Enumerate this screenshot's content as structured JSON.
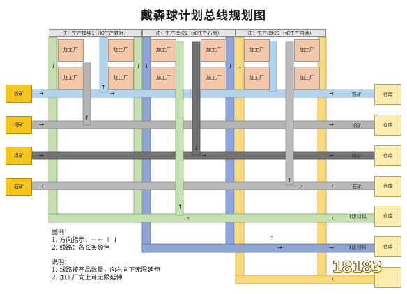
{
  "title": "戴森球计划总线规划图",
  "modules": [
    {
      "label": "注：生产模块1（如生产铁环）"
    },
    {
      "label": "注：生产模块2（如生产石墨）"
    },
    {
      "label": "注：生产模块3（如生产电池）"
    }
  ],
  "factory_label": "加工厂",
  "sources": [
    {
      "label": "铁矿"
    },
    {
      "label": "铜矿"
    },
    {
      "label": "煤矿"
    },
    {
      "label": "石矿"
    }
  ],
  "destinations": [
    {
      "label": "仓库",
      "line_label": "铁矿"
    },
    {
      "label": "仓库",
      "line_label": "铜矿"
    },
    {
      "label": "仓库",
      "line_label": "煤矿"
    },
    {
      "label": "仓库",
      "line_label": "石矿"
    },
    {
      "label": "仓库",
      "line_label": "1级材料"
    },
    {
      "label": "仓库",
      "line_label": "1级材料"
    },
    {
      "label": "",
      "line_label": ""
    }
  ],
  "legend": {
    "title": "图例：",
    "item1": "1. 方向指示：→ ← ↑ ↓",
    "item2": "2. 线路：各长条颜色"
  },
  "notes": {
    "title": "说明：",
    "item1": "1. 线路按产品数量，向右向下无限延伸",
    "item2": "2. 加工厂向上可无限延伸"
  },
  "watermark": "18183",
  "colors": {
    "iron": "#b3d3ea",
    "copper": "#b4b4b4",
    "coal": "#727272",
    "stone": "#b9b9b9",
    "module1": "#c6dfb0",
    "module2": "#8fa5d8",
    "module3": "#f7d87a",
    "source": "#f6c51f",
    "warehouse": "#fdeeb0",
    "factory": "#f4c7a8"
  }
}
